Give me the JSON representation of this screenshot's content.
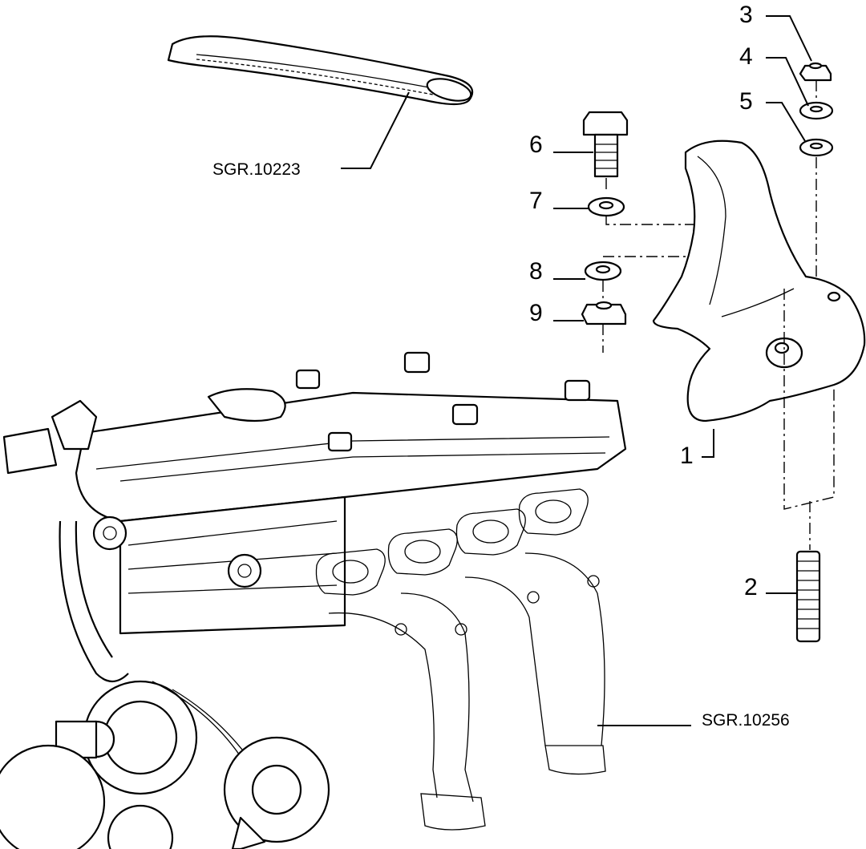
{
  "callouts": {
    "1": "1",
    "2": "2",
    "3": "3",
    "4": "4",
    "5": "5",
    "6": "6",
    "7": "7",
    "8": "8",
    "9": "9"
  },
  "references": {
    "hose": "SGR.10223",
    "manifold": "SGR.10256"
  }
}
